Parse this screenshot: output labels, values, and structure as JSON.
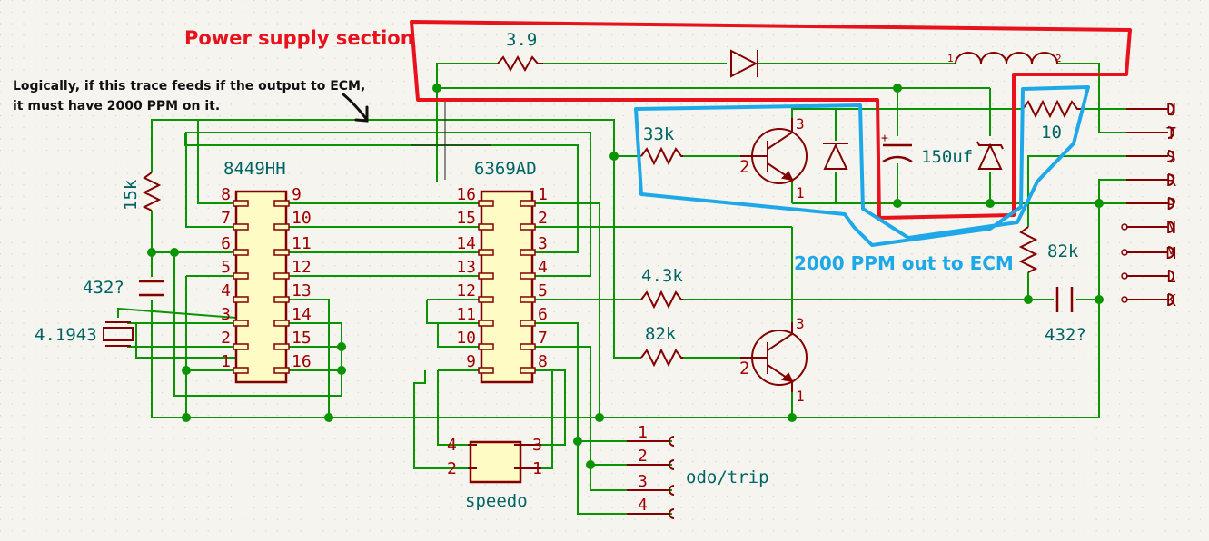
{
  "annotations": {
    "power_supply": "Power supply section",
    "ppm_out": "2000 PPM out to ECM",
    "note_line1": "Logically, if this trace feeds if the output to ECM,",
    "note_line2": "it must have 2000 PPM on it."
  },
  "components": {
    "r_3_9": "3.9",
    "r_15k": "15k",
    "r_33k": "33k",
    "r_10": "10",
    "r_4_3k": "4.3k",
    "r_82k_base": "82k",
    "r_82k_right": "82k",
    "c_150uf": "150uf",
    "c_432_left": "432?",
    "c_432_right": "432?",
    "crystal": "4.1943",
    "plus_sign": "+",
    "ic1_name": "8449HH",
    "ic2_name": "6369AD",
    "speedo_name": "speedo",
    "odo_label": "odo/trip",
    "inductor_pin1": "1",
    "inductor_pin2": "2",
    "q1_pins": [
      "3",
      "2",
      "1"
    ],
    "q2_pins": [
      "3",
      "2",
      "1"
    ]
  },
  "ic1": {
    "left_pins": [
      "8",
      "7",
      "6",
      "5",
      "4",
      "3",
      "2",
      "1"
    ],
    "right_pins": [
      "9",
      "10",
      "11",
      "12",
      "13",
      "14",
      "15",
      "16"
    ]
  },
  "ic2": {
    "left_pins": [
      "16",
      "15",
      "14",
      "13",
      "12",
      "11",
      "10",
      "9"
    ],
    "right_pins": [
      "1",
      "2",
      "3",
      "4",
      "5",
      "6",
      "7",
      "8"
    ]
  },
  "speedo_pins": [
    "4",
    "3",
    "2",
    "1"
  ],
  "odo_pins": [
    "1",
    "2",
    "3",
    "4"
  ],
  "connector_pins": [
    "U",
    "T",
    "S",
    "R",
    "P",
    "N",
    "M",
    "L",
    "K"
  ],
  "colors": {
    "wire": "#0a9400",
    "body": "#fffbc4",
    "outline": "#840000",
    "pin": "#a00000",
    "value_text": "#006464",
    "highlight_red": "#e8121c",
    "highlight_blue": "#1ea8e8",
    "grid": "#dcdcd4"
  }
}
